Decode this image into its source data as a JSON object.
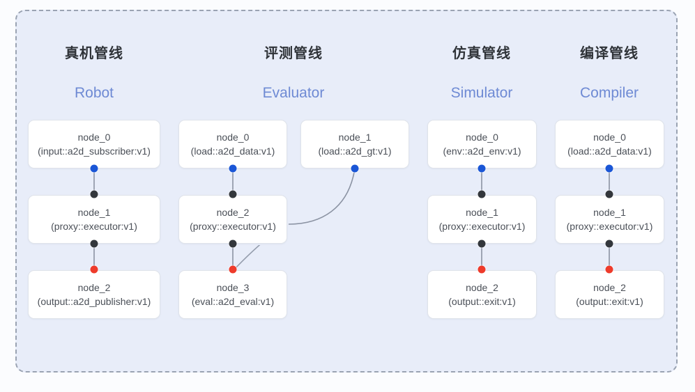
{
  "diagram": {
    "title_visible": false,
    "colors": {
      "panel_background": "#e8edf9",
      "page_background": "#fbfcfe",
      "panel_border": "#9aa3b2",
      "node_background": "#ffffff",
      "node_border": "#dfe3ea",
      "header_cn_color": "#2f3338",
      "header_en_color": "#6e8ad4",
      "port_blue": "#1a56d6",
      "port_black": "#33373c",
      "port_red": "#ee3b2b",
      "edge_color": "#8b93a3"
    },
    "columns": [
      {
        "id": "robot",
        "title_cn": "真机管线",
        "title_en": "Robot",
        "nodes": [
          {
            "name": "node_0",
            "spec": "(input::a2d_subscriber:v1)",
            "out_port": "blue"
          },
          {
            "name": "node_1",
            "spec": "(proxy::executor:v1)",
            "in_port": "black",
            "out_port": "black"
          },
          {
            "name": "node_2",
            "spec": "(output::a2d_publisher:v1)",
            "in_port": "red"
          }
        ]
      },
      {
        "id": "evaluator",
        "title_cn": "评测管线",
        "title_en": "Evaluator",
        "nodes": [
          {
            "name": "node_0",
            "spec": "(load::a2d_data:v1)",
            "out_port": "blue"
          },
          {
            "name": "node_1",
            "spec": "(load::a2d_gt:v1)",
            "out_port": "blue"
          },
          {
            "name": "node_2",
            "spec": "(proxy::executor:v1)",
            "in_port": "black",
            "out_port": "black"
          },
          {
            "name": "node_3",
            "spec": "(eval::a2d_eval:v1)",
            "in_port": "red"
          }
        ]
      },
      {
        "id": "simulator",
        "title_cn": "仿真管线",
        "title_en": "Simulator",
        "nodes": [
          {
            "name": "node_0",
            "spec": "(env::a2d_env:v1)",
            "out_port": "blue"
          },
          {
            "name": "node_1",
            "spec": "(proxy::executor:v1)",
            "in_port": "black",
            "out_port": "black"
          },
          {
            "name": "node_2",
            "spec": "(output::exit:v1)",
            "in_port": "red"
          }
        ]
      },
      {
        "id": "compiler",
        "title_cn": "编译管线",
        "title_en": "Compiler",
        "nodes": [
          {
            "name": "node_0",
            "spec": "(load::a2d_data:v1)",
            "out_port": "blue"
          },
          {
            "name": "node_1",
            "spec": "(proxy::executor:v1)",
            "in_port": "black",
            "out_port": "black"
          },
          {
            "name": "node_2",
            "spec": "(output::exit:v1)",
            "in_port": "red"
          }
        ]
      }
    ]
  }
}
